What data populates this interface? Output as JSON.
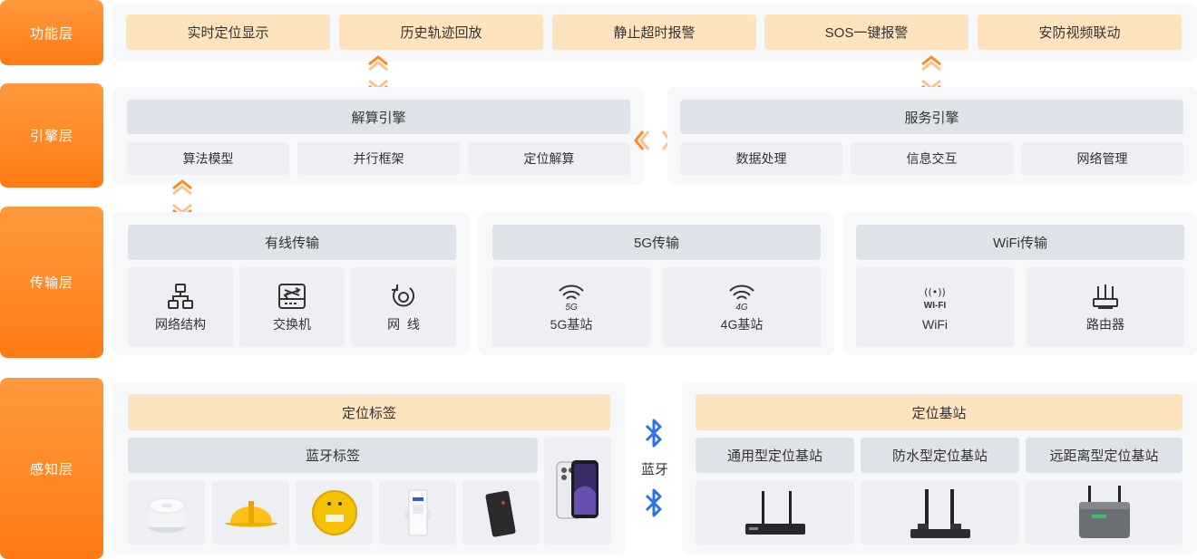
{
  "layers": {
    "function": "功能层",
    "engine": "引擎层",
    "transport": "传输层",
    "perception": "感知层"
  },
  "functions": [
    "实时定位显示",
    "历史轨迹回放",
    "静止超时报警",
    "SOS一键报警",
    "安防视频联动"
  ],
  "engine": {
    "solve_title": "解算引擎",
    "solve_items": [
      "算法模型",
      "并行框架",
      "定位解算"
    ],
    "service_title": "服务引擎",
    "service_items": [
      "数据处理",
      "信息交互",
      "网络管理"
    ]
  },
  "transport": {
    "wired_title": "有线传输",
    "wired_items": [
      {
        "icon": "network-structure-icon",
        "label": "网络结构"
      },
      {
        "icon": "switch-icon",
        "label": "交换机"
      },
      {
        "icon": "cable-icon",
        "label": "网  线"
      }
    ],
    "g5_title": "5G传输",
    "g5_items": [
      {
        "icon": "5g-signal-icon",
        "label": "5G基站",
        "badge": "5G"
      },
      {
        "icon": "4g-signal-icon",
        "label": "4G基站",
        "badge": "4G"
      }
    ],
    "wifi_title": "WiFi传输",
    "wifi_items": [
      {
        "icon": "wifi-icon",
        "label": "WiFi",
        "badge": "WI-FI"
      },
      {
        "icon": "router-icon",
        "label": "路由器"
      }
    ]
  },
  "perception": {
    "tag_title": "定位标签",
    "bluetooth_tag": "蓝牙标签",
    "bluetooth_label": "蓝牙",
    "station_title": "定位基站",
    "stations": [
      "通用型定位基站",
      "防水型定位基站",
      "远距离型定位基站"
    ]
  },
  "colors": {
    "accent": "#ff8a1f",
    "orange_chip": "#fde4bf",
    "gray_chip": "#dfe2e8",
    "light_chip": "#edeff3",
    "bluetooth": "#2f6fe8"
  }
}
